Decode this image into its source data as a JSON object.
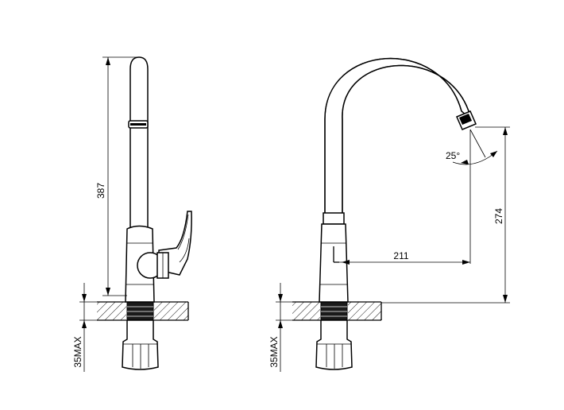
{
  "side_view": {
    "height_label": "387",
    "mount_label": "35MAX"
  },
  "front_view": {
    "reach_label": "211",
    "spout_height_label": "274",
    "angle_label": "25°",
    "mount_label": "35MAX"
  }
}
